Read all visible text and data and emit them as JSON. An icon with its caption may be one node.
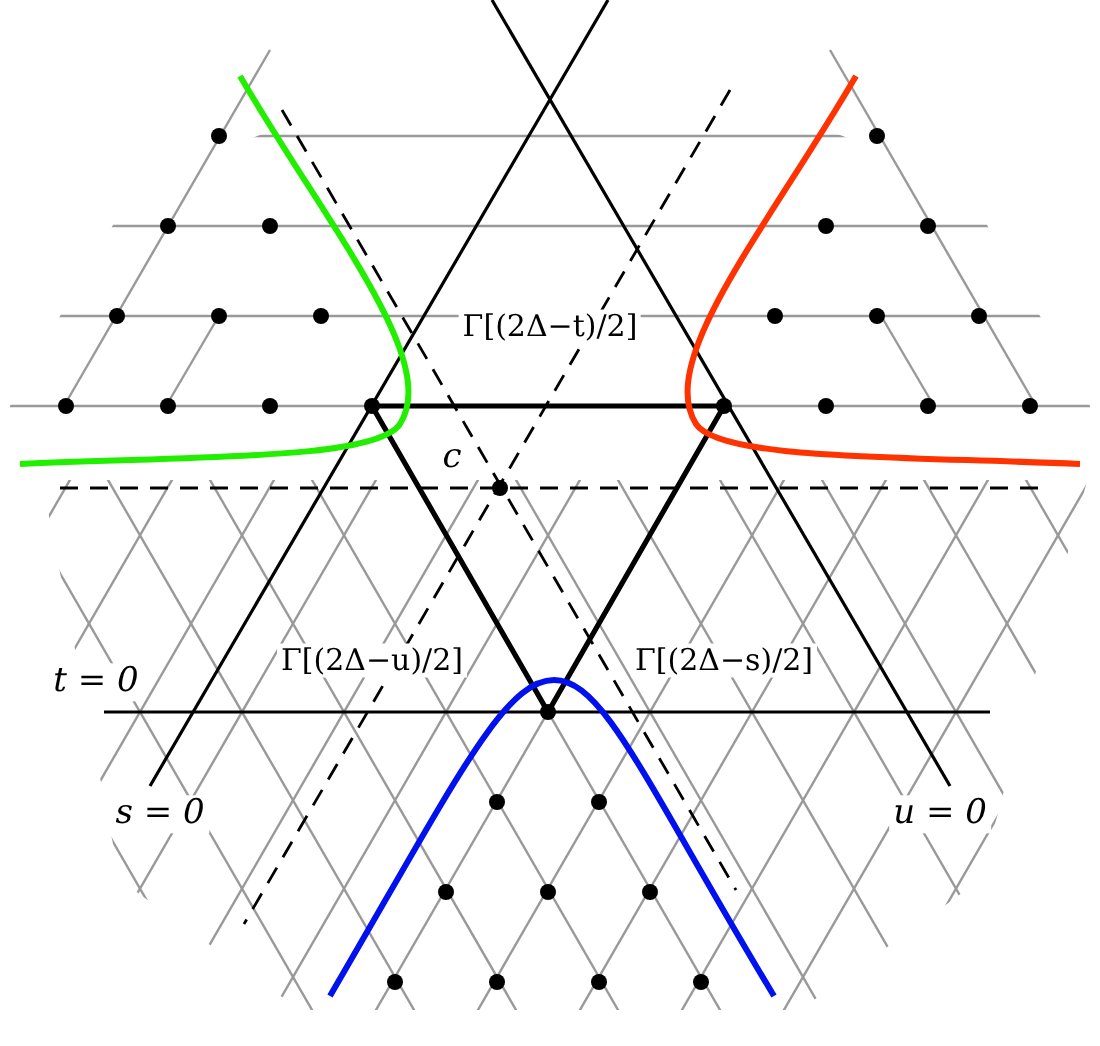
{
  "diagram": {
    "labels": [
      "Γ[(2Δ−t)/2]",
      "c",
      "Γ[(2Δ−u)/2]",
      "Γ[(2Δ−s)/2]",
      "t = 0",
      "s = 0",
      "u = 0"
    ]
  }
}
